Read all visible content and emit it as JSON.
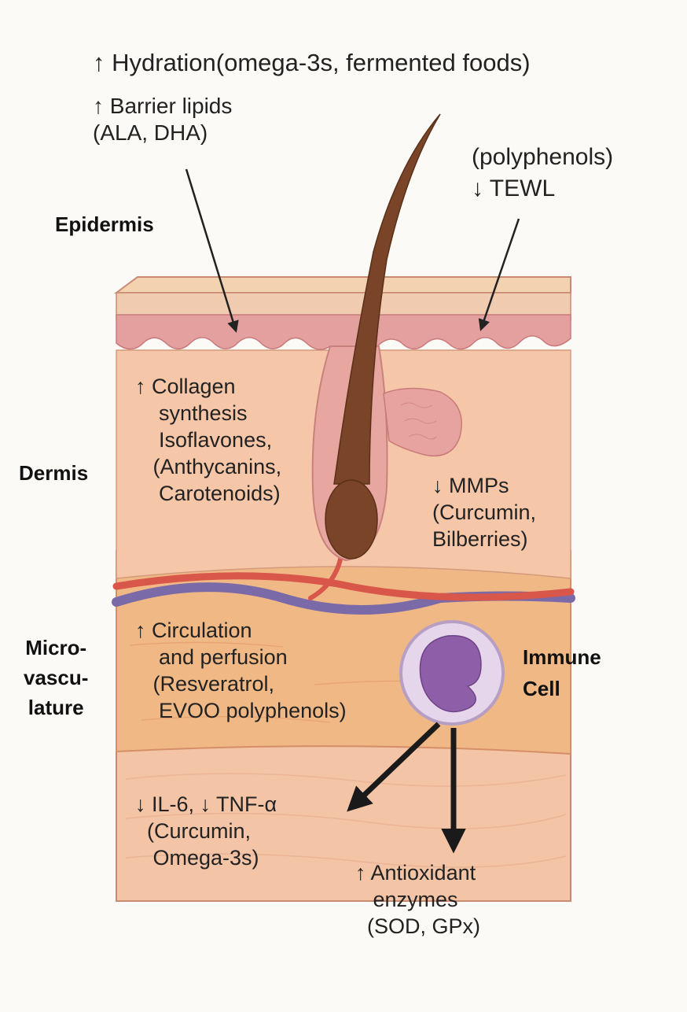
{
  "labels": {
    "hydration": "↑ Hydration(omega-3s, fermented foods)",
    "barrier": "↑ Barrier lipids\n(ALA, DHA)",
    "polyphenols": "(polyphenols)\n↓ TEWL",
    "epidermis": "Epidermis",
    "dermis": "Dermis",
    "microvasculature": "Micro-\nvascu-\nlature",
    "collagen": "↑ Collagen\n    synthesis\n    Isoflavones,\n   (Anthycanins,\n    Carotenoids)",
    "mmps": "↓ MMPs\n(Curcumin,\nBilberries)",
    "circulation": "↑ Circulation\n    and perfusion\n   (Resveratrol,\n    EVOO polyphenols)",
    "immune": "Immune\nCell",
    "inflammation": "↓ IL-6, ↓ TNF-α\n  (Curcumin,\n   Omega-3s)",
    "antioxidant": "↑ Antioxidant\n   enzymes\n  (SOD, GPx)"
  },
  "colors": {
    "epidermis_top": "#f3d2b0",
    "epidermis_pink": "#e4a09f",
    "dermis": "#f6c6a8",
    "microvasculature": "#f0b885",
    "lower_tissue": "#f3c4a6",
    "hair": "#7a4428",
    "immune_outer": "#e6d6ec",
    "immune_nucleus": "#8f5ea8",
    "vessel_red": "#d8564a",
    "vessel_purple": "#7a6aa8"
  }
}
